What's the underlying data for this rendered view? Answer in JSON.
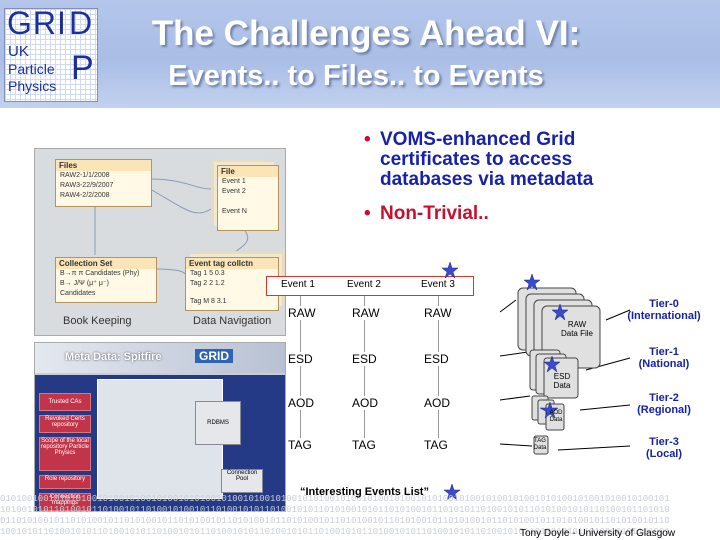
{
  "logo": {
    "grid": "GRI",
    "d": "D",
    "p": "P",
    "uk": "UK",
    "particle": "Particle",
    "physics": "Physics"
  },
  "title": {
    "line1": "The Challenges Ahead VI:",
    "line2": "Events.. to Files.. to Events"
  },
  "bullets": [
    {
      "lines": [
        "VOMS-enhanced Grid",
        "certificates to access",
        "databases via metadata"
      ],
      "color": "#1722a8"
    },
    {
      "lines": [
        "Non-Trivial.."
      ],
      "color": "#c8102e"
    }
  ],
  "bookkeeping": {
    "files_header": "Files",
    "files": [
      "RAW2-1/1/2008",
      "RAW3-22/9/2007",
      "RAW4-2/2/2008"
    ],
    "file_header": "File",
    "file_rows": [
      "Event 1",
      "Event 2",
      "Event N"
    ],
    "collection_header": "Collection Set",
    "collection_rows": [
      "B→π π Candidates (Phy)",
      "B→ J/Ψ (μ⁺ μ⁻)",
      "Candidates"
    ],
    "eventtag_header": "Event tag collctn",
    "eventtag_rows": [
      "Tag 1   5    0.3",
      "Tag 2   2   1.2",
      "Tag M   8   3.1"
    ],
    "caption_left": "Book Keeping",
    "caption_right": "Data Navigation"
  },
  "spitfire": {
    "title": "Meta Data: Spitfire",
    "grid_label": "GRID",
    "boxes": [
      "Trusted CAs",
      "Revoked Certs repository",
      "Scope of the local repository Particle Physics",
      "Role repository",
      "Connection mappings"
    ],
    "rdbms": "RDBMS",
    "pool": "Connection Pool"
  },
  "events": {
    "headers": [
      "Event 1",
      "Event 2",
      "Event 3"
    ],
    "rows": [
      [
        "RAW",
        "RAW",
        "RAW"
      ],
      [
        "ESD",
        "ESD",
        "ESD"
      ],
      [
        "AOD",
        "AOD",
        "AOD"
      ],
      [
        "TAG",
        "TAG",
        "TAG"
      ]
    ],
    "interesting": "“Interesting Events List”"
  },
  "tiers": [
    {
      "line1": "Tier-0",
      "line2": "(International)"
    },
    {
      "line1": "Tier-1",
      "line2": "(National)"
    },
    {
      "line1": "Tier-2",
      "line2": "(Regional)"
    },
    {
      "line1": "Tier-3",
      "line2": "(Local)"
    }
  ],
  "stack_labels": {
    "raw": "RAW Data File",
    "esd": "ESD Data",
    "aod": "AOD Data",
    "tag": "TAG Data"
  },
  "footer": "Tony Doyle - University of Glasgow",
  "colors": {
    "header": "#a9bde6",
    "bullet_blue": "#1722a8",
    "bullet_red": "#c8102e",
    "star": "#3a4bd0"
  }
}
